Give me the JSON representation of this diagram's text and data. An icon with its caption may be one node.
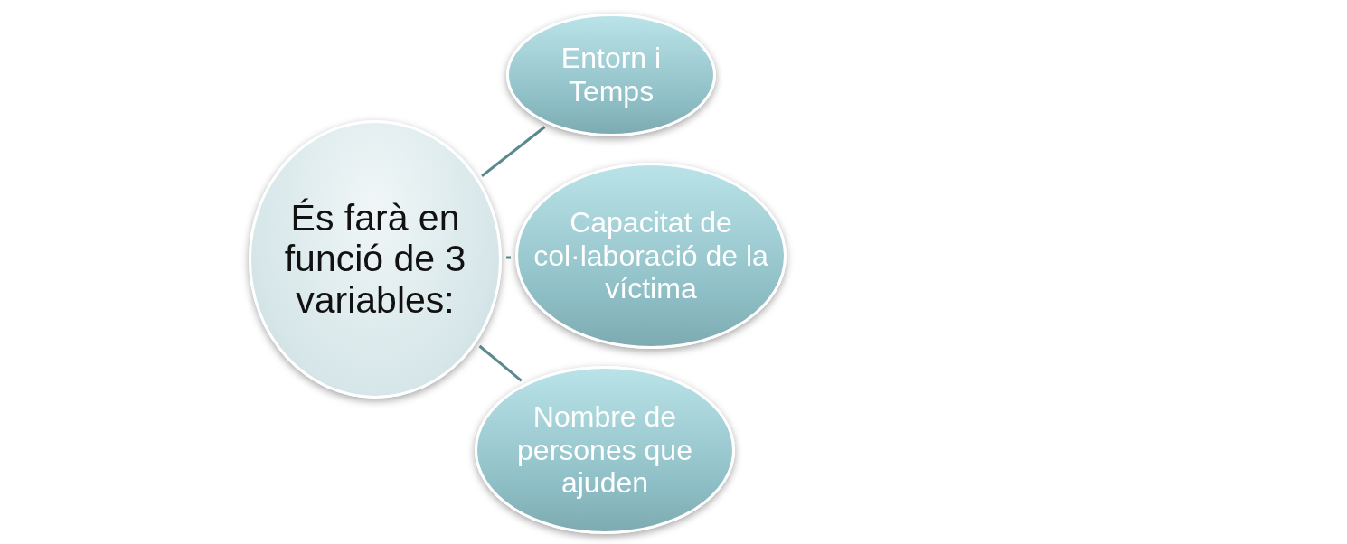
{
  "diagram": {
    "nodes": [
      {
        "text": [
          "És farà en funció de 3 variables:"
        ]
      },
      {
        "text": [
          "Entorn i Temps"
        ]
      },
      {
        "text": [
          "Capacitat de col·laboració de la víctima"
        ]
      },
      {
        "text": [
          "Nombre de persones que ajuden"
        ]
      }
    ],
    "edges": [
      {
        "from": 0,
        "to": 1,
        "arrow": "none"
      },
      {
        "from": 0,
        "to": 2,
        "arrow": "none"
      },
      {
        "from": 0,
        "to": 3,
        "arrow": "none"
      }
    ]
  }
}
